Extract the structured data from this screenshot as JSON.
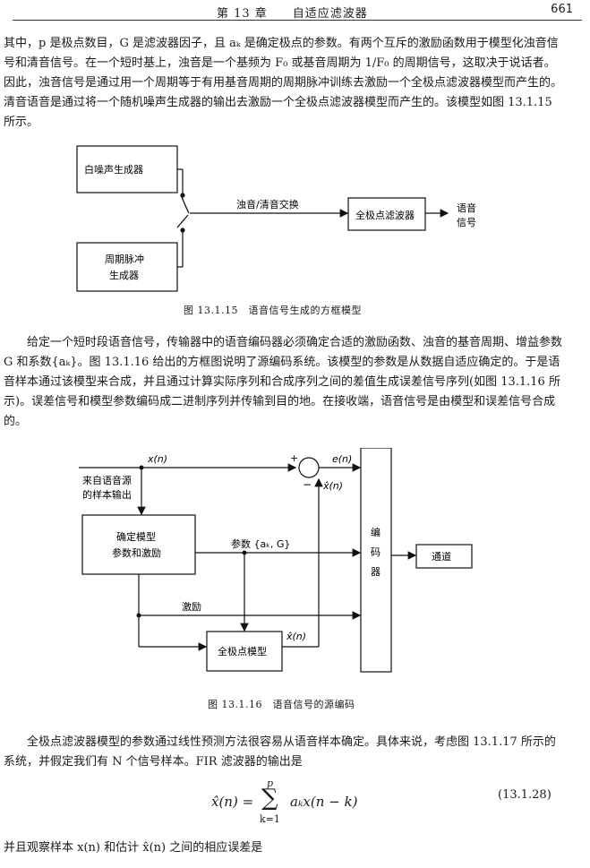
{
  "header": {
    "chapter": "第 13 章　　自适应滤波器",
    "page_number": "661"
  },
  "paragraphs": {
    "p1": "其中，p 是极点数目，G 是滤波器因子，且 aₖ 是确定极点的参数。有两个互斥的激励函数用于模型化浊音信号和清音信号。在一个短时基上，浊音是一个基频为 F₀ 或基音周期为 1/F₀ 的周期信号，这取决于说话者。因此，浊音信号是通过用一个周期等于有用基音周期的周期脉冲训练去激励一个全极点滤波器模型而产生的。清音语音是通过将一个随机噪声生成器的输出去激励一个全极点滤波器模型而产生的。该模型如图 13.1.15 所示。",
    "p2": "给定一个短时段语音信号，传输器中的语音编码器必须确定合适的激励函数、浊音的基音周期、增益参数 G 和系数{aₖ}。图 13.1.16 给出的方框图说明了源编码系统。该模型的参数是从数据自适应确定的。于是语音样本通过该模型来合成，并且通过计算实际序列和合成序列之间的差值生成误差信号序列(如图 13.1.16 所示)。误差信号和模型参数编码成二进制序列并传输到目的地。在接收端，语音信号是由模型和误差信号合成的。",
    "p3": "全极点滤波器模型的参数通过线性预测方法很容易从语音样本确定。具体来说，考虑图 13.1.17 所示的系统，并假定我们有 N 个信号样本。FIR 滤波器的输出是",
    "p4": "并且观察样本 x(n) 和估计 x̂(n) 之间的相应误差是"
  },
  "figure1": {
    "caption": "图 13.1.15　语音信号生成的方框模型",
    "noise_generator": "白噪声生成器",
    "pulse_generator_line1": "周期脉冲",
    "pulse_generator_line2": "生成器",
    "switch_label": "浊音/清音交换",
    "filter": "全极点滤波器",
    "output_line1": "语音",
    "output_line2": "信号"
  },
  "figure2": {
    "caption": "图 13.1.16　语音信号的源编码",
    "input_line1": "来自语音源",
    "input_line2": "的样本输出",
    "x_n": "x(n)",
    "e_n": "e(n)",
    "xhat_n": "x̂(n)",
    "plus": "+",
    "minus": "−",
    "model_line1": "确定模型",
    "model_line2": "参数和激励",
    "params": "参数 {aₖ, G}",
    "excitation": "激励",
    "encoder": [
      "编",
      "码",
      "器"
    ],
    "channel": "通道",
    "allpole": "全极点模型"
  },
  "equation": {
    "lhs": "x̂(n) =",
    "sum_upper": "p",
    "sum_lower": "k=1",
    "rhs": "aₖx(n − k)",
    "number": "(13.1.28)"
  }
}
